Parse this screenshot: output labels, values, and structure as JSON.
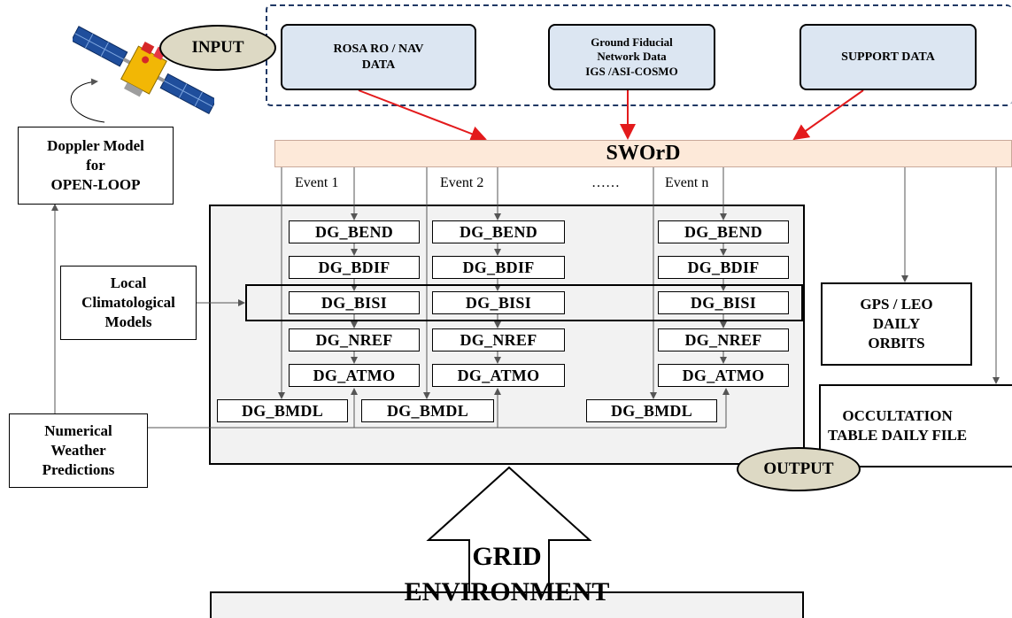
{
  "inputs": {
    "label": "INPUT",
    "sources": [
      {
        "lines": [
          "ROSA RO / NAV",
          "DATA"
        ]
      },
      {
        "lines": [
          "Ground Fiducial",
          "Network Data",
          "IGS /ASI-COSMO"
        ]
      },
      {
        "lines": [
          "SUPPORT DATA"
        ]
      }
    ]
  },
  "sword": {
    "label": "SWOrD"
  },
  "events": {
    "labels": [
      "Event 1",
      "Event 2",
      "Event n"
    ],
    "ellipsis": "……"
  },
  "pipeline": {
    "steps": [
      "DG_BEND",
      "DG_BDIF",
      "DG_BISI",
      "DG_NREF",
      "DG_ATMO"
    ],
    "bmdl": "DG_BMDL"
  },
  "side_boxes": {
    "doppler": [
      "Doppler Model",
      "for",
      "OPEN-LOOP"
    ],
    "climatological": [
      "Local",
      "Climatological",
      "Models"
    ],
    "nwp": [
      "Numerical",
      "Weather",
      "Predictions"
    ],
    "gps_leo": [
      "GPS / LEO",
      "DAILY",
      "ORBITS"
    ],
    "occultation": [
      "OCCULTATION",
      "TABLE DAILY FILE"
    ]
  },
  "output": {
    "label": "OUTPUT"
  },
  "grid": {
    "lines": [
      "GRID",
      "ENVIRONMENT"
    ]
  },
  "colors": {
    "source_fill": "#dce6f2",
    "sword_fill": "#fde9d9",
    "ellipse_fill": "#ddd9c4",
    "panel_fill": "#f2f2f2",
    "arrow_red": "#e31a1c",
    "dashed_border": "#1f3864"
  }
}
